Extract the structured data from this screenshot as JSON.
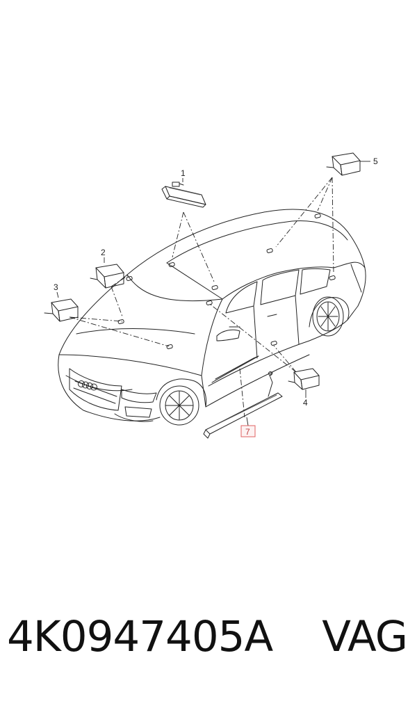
{
  "diagram": {
    "callouts": [
      {
        "id": "1",
        "label": "1",
        "highlighted": false
      },
      {
        "id": "2",
        "label": "2",
        "highlighted": false
      },
      {
        "id": "3",
        "label": "3",
        "highlighted": false
      },
      {
        "id": "4",
        "label": "4",
        "highlighted": false
      },
      {
        "id": "5",
        "label": "5",
        "highlighted": false
      },
      {
        "id": "7",
        "label": "7",
        "highlighted": true
      }
    ],
    "highlight_color": "#e06060",
    "line_color": "#222222"
  },
  "footer": {
    "part_number": "4K0947405A",
    "brand": "VAG"
  }
}
